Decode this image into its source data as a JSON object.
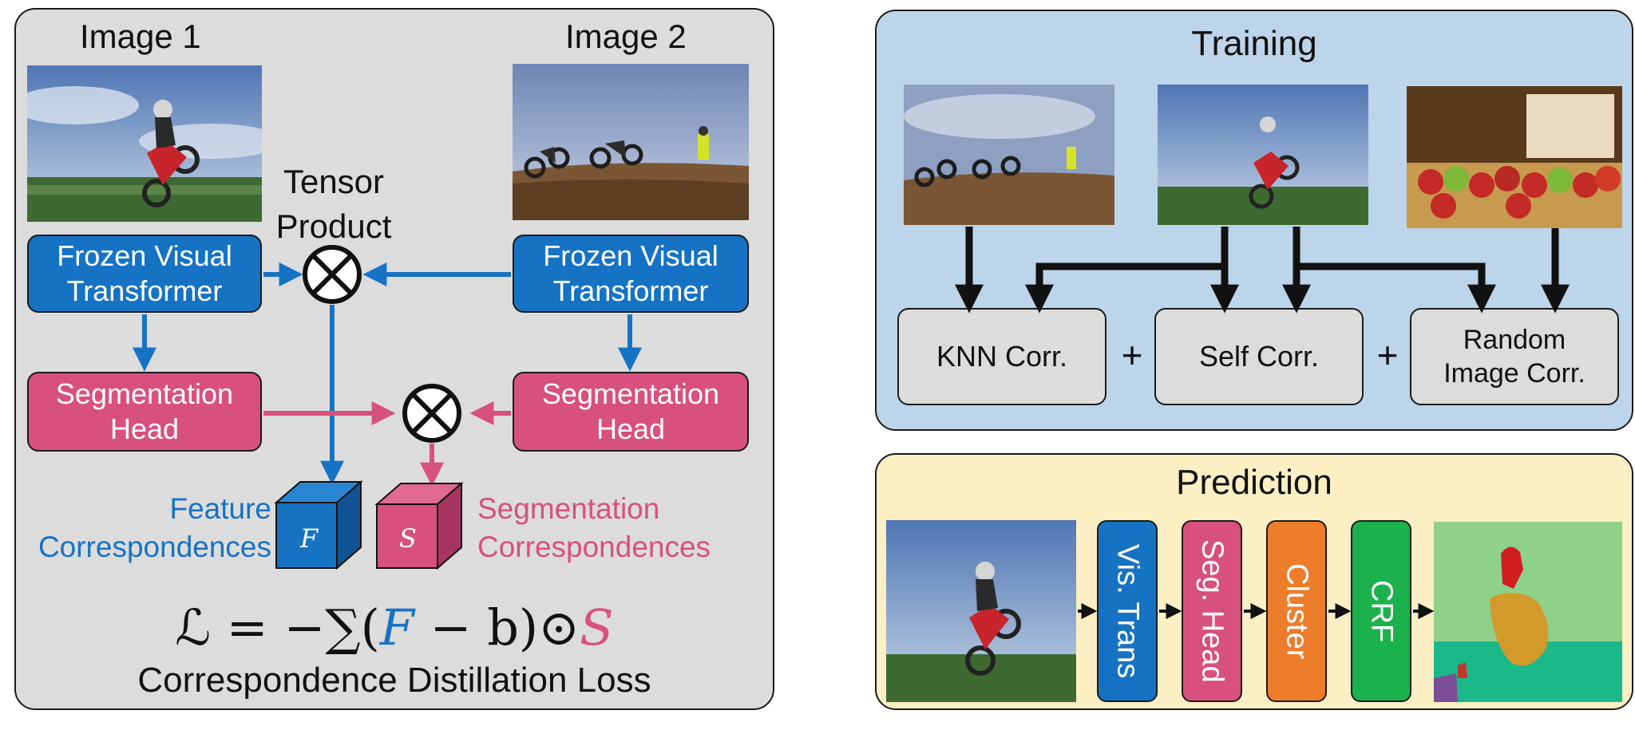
{
  "left": {
    "image1_label": "Image 1",
    "image2_label": "Image 2",
    "tensor_product": "Tensor\nProduct",
    "frozen_left": "Frozen Visual\nTransformer",
    "frozen_right": "Frozen Visual\nTransformer",
    "seg_left": "Segmentation\nHead",
    "seg_right": "Segmentation\nHead",
    "feature_label": "Feature\nCorrespondences",
    "segmentation_label": "Segmentation\nCorrespondences",
    "cube_f": "F",
    "cube_s": "S",
    "loss_parts": [
      "ℒ = −∑(",
      "F",
      " − b)⊙",
      "S"
    ],
    "loss_caption": "Correspondence Distillation Loss"
  },
  "training": {
    "title": "Training",
    "knn": "KNN Corr.",
    "self": "Self Corr.",
    "random": "Random\nImage Corr.",
    "plus": "+"
  },
  "prediction": {
    "title": "Prediction",
    "stages": [
      "Vis. Trans",
      "Seg. Head",
      "Cluster",
      "CRF"
    ]
  },
  "colors": {
    "blue": "#1673c4",
    "pink": "#d8507e",
    "orange": "#ee7d2b",
    "green": "#1bb24c",
    "training_bg": "#bcd5ea",
    "prediction_bg": "#fbefc3",
    "left_bg": "#dcdcdc"
  }
}
